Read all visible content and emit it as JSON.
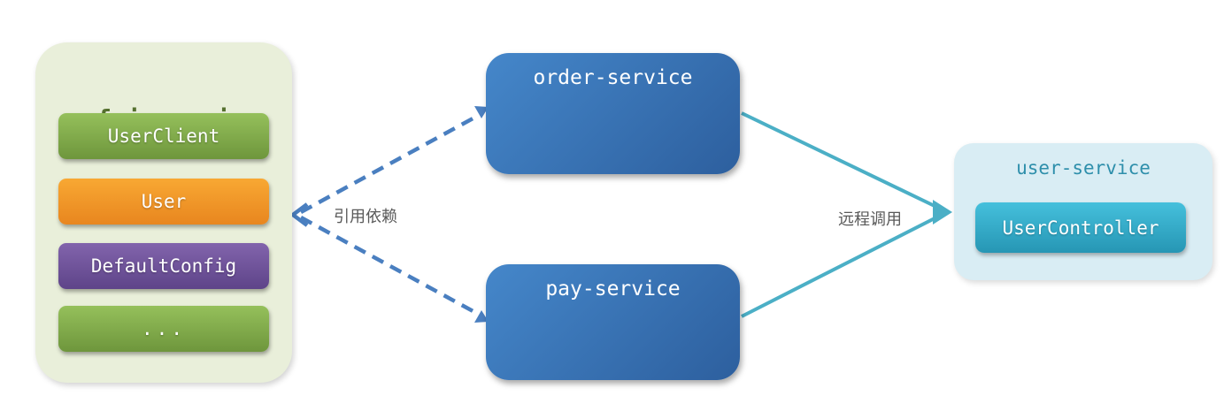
{
  "diagram": {
    "feign_api": {
      "title": "feign-api",
      "items": [
        {
          "label": "UserClient",
          "color": "#7fae47"
        },
        {
          "label": "User",
          "color": "#f0941f"
        },
        {
          "label": "DefaultConfig",
          "color": "#6f529c"
        },
        {
          "label": "...",
          "color": "#7fae47"
        }
      ]
    },
    "services": [
      {
        "label": "order-service"
      },
      {
        "label": "pay-service"
      }
    ],
    "user_service": {
      "title": "user-service",
      "items": [
        {
          "label": "UserController",
          "color": "#35a9c4"
        }
      ]
    },
    "edges": [
      {
        "label": "引用依赖",
        "style": "dashed",
        "color": "#4a7fc0",
        "from": "order-service, pay-service",
        "to": "feign-api"
      },
      {
        "label": "远程调用",
        "style": "solid",
        "color": "#4bafc6",
        "from": "order-service, pay-service",
        "to": "user-service"
      }
    ]
  },
  "colors": {
    "dashed_arrow": "#4a7fc0",
    "solid_arrow": "#4bafc6",
    "edge_label": "#595959",
    "feign_bg": "#e9efda",
    "feign_title": "#55702e",
    "green_top": "#95c05b",
    "green_bottom": "#6e963c",
    "orange_top": "#f8a833",
    "orange_bottom": "#e8861f",
    "purple_top": "#8264ac",
    "purple_bottom": "#5e4489",
    "service_top": "#4587ca",
    "service_bottom": "#2d5f9e",
    "user_bg": "#d9edf4",
    "user_title": "#2e8fab",
    "teal_top": "#45c0dc",
    "teal_bottom": "#2696b4"
  }
}
